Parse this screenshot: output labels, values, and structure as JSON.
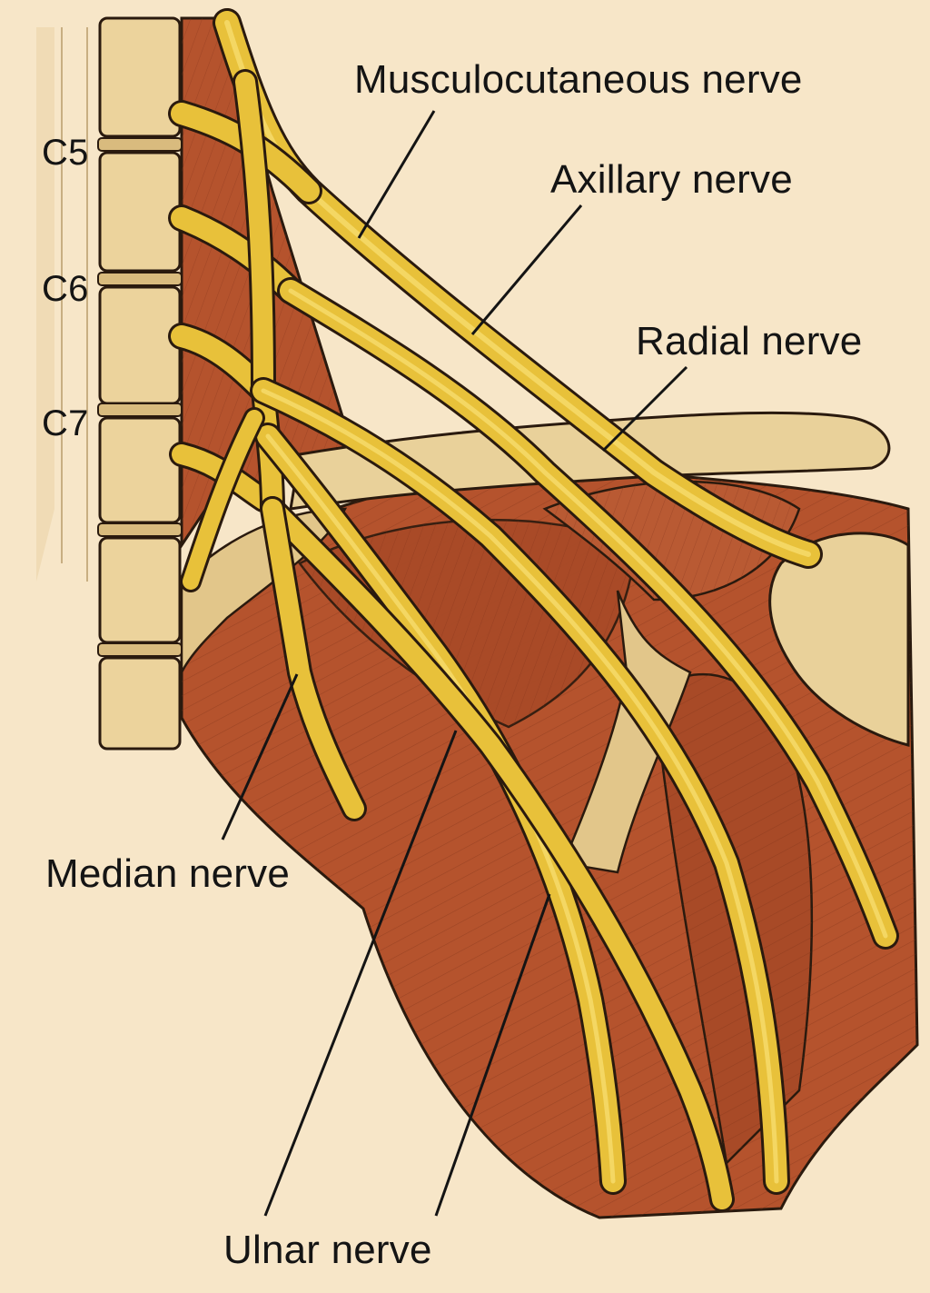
{
  "labels": {
    "musculocutaneous": "Musculocutaneous nerve",
    "axillary": "Axillary nerve",
    "radial": "Radial nerve",
    "median": "Median nerve",
    "ulnar": "Ulnar nerve"
  },
  "vertebrae": {
    "c5": "C5",
    "c6": "C6",
    "c7": "C7"
  },
  "colors": {
    "background": "#f7e6c8",
    "nerve": "#e8c13a",
    "nerve_highlight": "#f6dc6e",
    "muscle": "#b5532d",
    "muscle_dark": "#8d3a1e",
    "bone": "#e9d19a",
    "outline": "#2a1a0e"
  }
}
